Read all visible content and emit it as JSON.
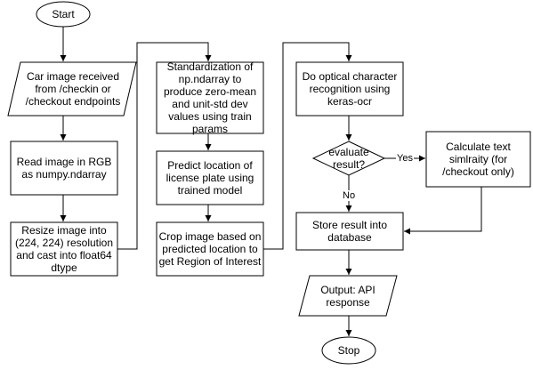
{
  "nodes": {
    "start": "Start",
    "input_image": "Car image received from /checkin or /checkout endpoints",
    "read_rgb": "Read image in RGB as numpy.ndarray",
    "resize": "Resize image into (224, 224) resolution and cast into float64 dtype",
    "standardize": "Standardization of np.ndarray to produce zero-mean and unit-std dev values using train params",
    "predict": "Predict location of license plate using trained model",
    "crop": "Crop image based on predicted location to get Region of Interest",
    "ocr": "Do optical character recognition using keras-ocr",
    "evaluate": "evaluate result?",
    "similarity": "Calculate text simlraity (for /checkout only)",
    "store": "Store result into database",
    "output": "Output: API response",
    "stop": "Stop"
  },
  "edges": {
    "yes": "Yes",
    "no": "No"
  },
  "colors": {
    "stroke": "#000000",
    "fill": "#ffffff",
    "text": "#000000"
  }
}
